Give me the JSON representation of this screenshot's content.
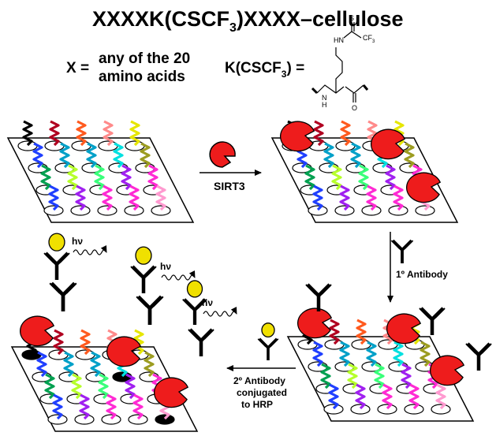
{
  "title": {
    "main": "XXXXK(CSCF",
    "sub": "3",
    "rest": ")XXXX–cellulose"
  },
  "legend": {
    "x_left": "X =",
    "x_line1": "any of the 20",
    "x_line2": "amino acids",
    "k_main": "K(CSCF",
    "k_sub": "3",
    "k_rest": ") ="
  },
  "structure": {
    "atom_s": "S",
    "atom_cf3": "CF",
    "atom_cf3_sub": "3",
    "atom_nh": "N",
    "atom_h": "H",
    "atom_nh2_n": "N",
    "atom_nh2_h": "H",
    "atom_o": "O"
  },
  "steps": {
    "sirt3": "SIRT3",
    "primary_antibody": "1º Antibody",
    "secondary_line1": "2º Antibody",
    "secondary_line2": "conjugated",
    "secondary_line3": "to HRP"
  },
  "light_label": "hν",
  "colors": {
    "enzyme": "#ee1c1c",
    "hrp": "#f0e000",
    "peptides": [
      "#000000",
      "#b00020",
      "#ff5a1e",
      "#ff8a8a",
      "#e6e600",
      "#1f3fff",
      "#00a0c8",
      "#00a050",
      "#39ff7a",
      "#b6ff2a",
      "#00e0e0",
      "#a020f0",
      "#ff2ad4",
      "#d0ffb0",
      "#9c9c20",
      "#ff9ad0"
    ]
  },
  "icons": [
    "sirt3-enzyme-icon",
    "antibody-icon",
    "hrp-antibody-icon",
    "light-emission-icon",
    "arrow-icon"
  ]
}
